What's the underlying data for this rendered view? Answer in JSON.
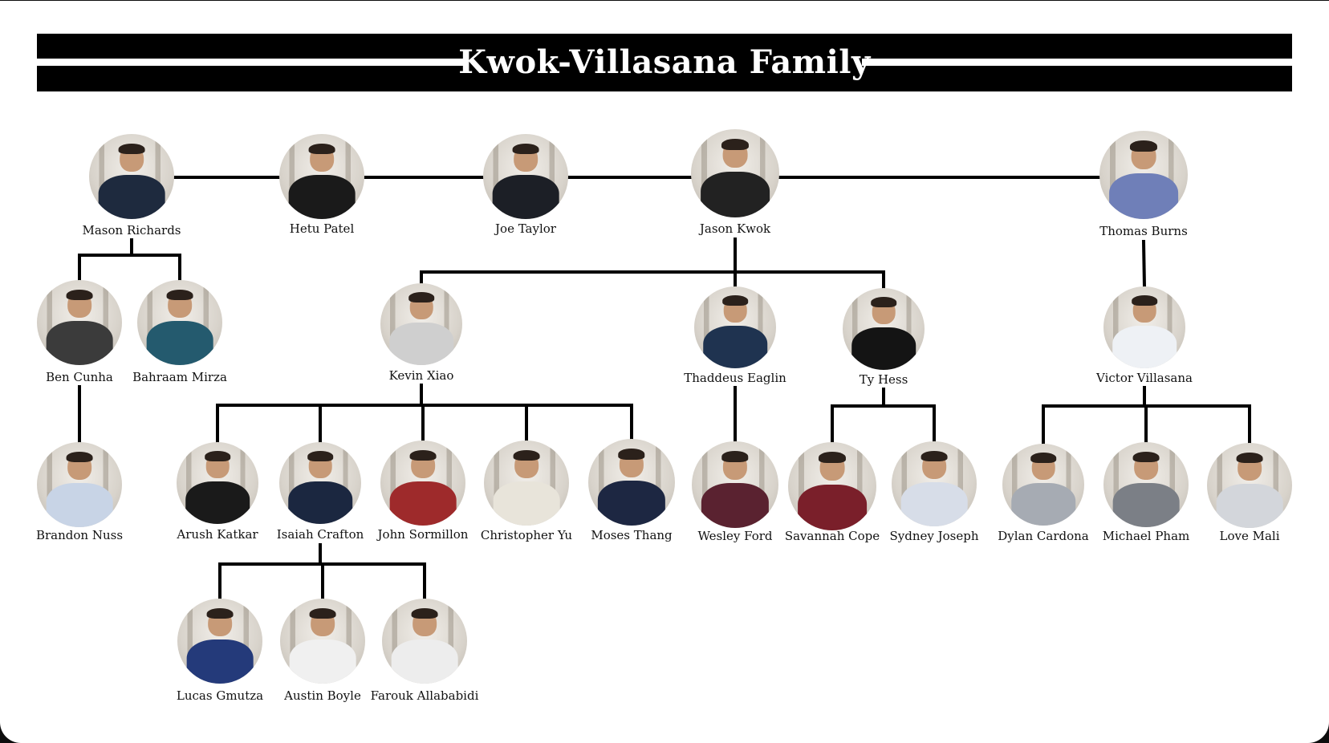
{
  "title": "Kwok-Villasana Family",
  "colors": {
    "banner": "#000000",
    "line": "#000000",
    "background": "#ffffff"
  },
  "members": [
    {
      "id": "mason",
      "name": "Mason Richards",
      "parent": null,
      "shirt": "#1e2a3e"
    },
    {
      "id": "hetu",
      "name": "Hetu Patel",
      "parent": null,
      "shirt": "#1a1a1a"
    },
    {
      "id": "joe",
      "name": "Joe Taylor",
      "parent": null,
      "shirt": "#1c1f26"
    },
    {
      "id": "jason",
      "name": "Jason Kwok",
      "parent": null,
      "shirt": "#222222"
    },
    {
      "id": "thomas",
      "name": "Thomas Burns",
      "parent": null,
      "shirt": "#6f7fb8"
    },
    {
      "id": "ben",
      "name": "Ben Cunha",
      "parent": "mason",
      "shirt": "#3b3b3b"
    },
    {
      "id": "bahraam",
      "name": "Bahraam Mirza",
      "parent": "mason",
      "shirt": "#245a6e"
    },
    {
      "id": "kevin",
      "name": "Kevin Xiao",
      "parent": "jason",
      "shirt": "#cfcfcf"
    },
    {
      "id": "thaddeus",
      "name": "Thaddeus Eaglin",
      "parent": "jason",
      "shirt": "#1f3350"
    },
    {
      "id": "ty",
      "name": "Ty Hess",
      "parent": "jason",
      "shirt": "#141414"
    },
    {
      "id": "victor",
      "name": "Victor Villasana",
      "parent": "thomas",
      "shirt": "#eef1f5"
    },
    {
      "id": "brandon",
      "name": "Brandon Nuss",
      "parent": "ben",
      "shirt": "#c8d4e6"
    },
    {
      "id": "arush",
      "name": "Arush Katkar",
      "parent": "kevin",
      "shirt": "#1a1a1a"
    },
    {
      "id": "isaiah",
      "name": "Isaiah Crafton",
      "parent": "kevin",
      "shirt": "#1b2740"
    },
    {
      "id": "johns",
      "name": "John Sormillon",
      "parent": "kevin",
      "shirt": "#9e2a2b"
    },
    {
      "id": "christopher",
      "name": "Christopher Yu",
      "parent": "kevin",
      "shirt": "#e8e4da"
    },
    {
      "id": "moses",
      "name": "Moses Thang",
      "parent": "kevin",
      "shirt": "#1d2742"
    },
    {
      "id": "wesley",
      "name": "Wesley Ford",
      "parent": "thaddeus",
      "shirt": "#5a2230"
    },
    {
      "id": "savannah",
      "name": "Savannah Cope",
      "parent": "ty",
      "shirt": "#7a1f2a"
    },
    {
      "id": "sydney",
      "name": "Sydney Joseph",
      "parent": "ty",
      "shirt": "#d7dde8"
    },
    {
      "id": "dylan",
      "name": "Dylan Cardona",
      "parent": "victor",
      "shirt": "#a6abb3"
    },
    {
      "id": "michael",
      "name": "Michael Pham",
      "parent": "victor",
      "shirt": "#7b7f86"
    },
    {
      "id": "love",
      "name": "Love Mali",
      "parent": "victor",
      "shirt": "#d3d6db"
    },
    {
      "id": "lucas",
      "name": "Lucas Gmutza",
      "parent": "isaiah",
      "shirt": "#243a7a"
    },
    {
      "id": "austin",
      "name": "Austin Boyle",
      "parent": "isaiah",
      "shirt": "#f0f0f0"
    },
    {
      "id": "farouk",
      "name": "Farouk Allababidi",
      "parent": "isaiah",
      "shirt": "#ededed"
    }
  ]
}
